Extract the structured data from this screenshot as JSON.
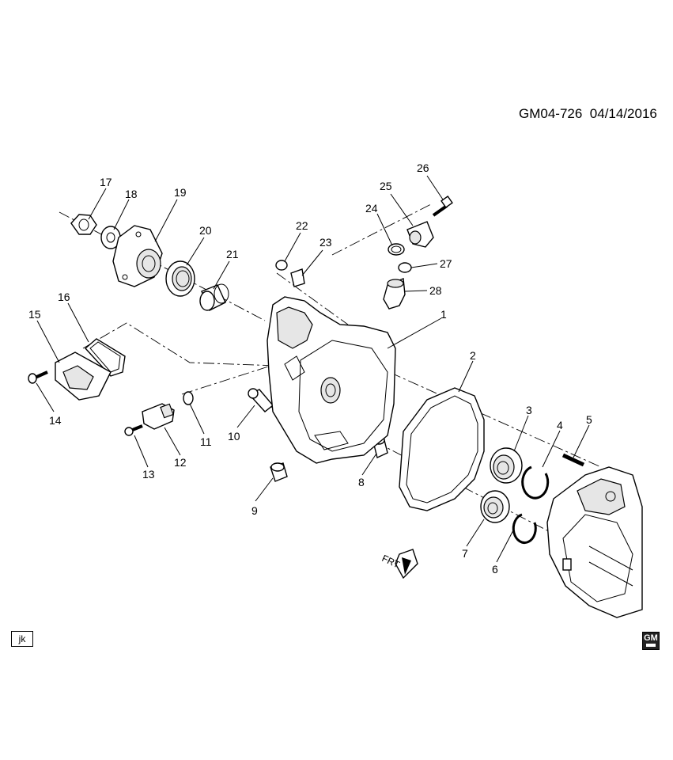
{
  "header": {
    "ref_code": "GM04-726",
    "date": "04/14/2016"
  },
  "diagram": {
    "callouts": [
      "1",
      "2",
      "3",
      "4",
      "5",
      "6",
      "7",
      "8",
      "9",
      "10",
      "11",
      "12",
      "13",
      "14",
      "15",
      "16",
      "17",
      "18",
      "19",
      "20",
      "21",
      "22",
      "23",
      "24",
      "25",
      "26",
      "27",
      "28"
    ],
    "direction_label": "FRT"
  },
  "footer": {
    "initials_stamp": "jk",
    "logo_text": "GM"
  }
}
